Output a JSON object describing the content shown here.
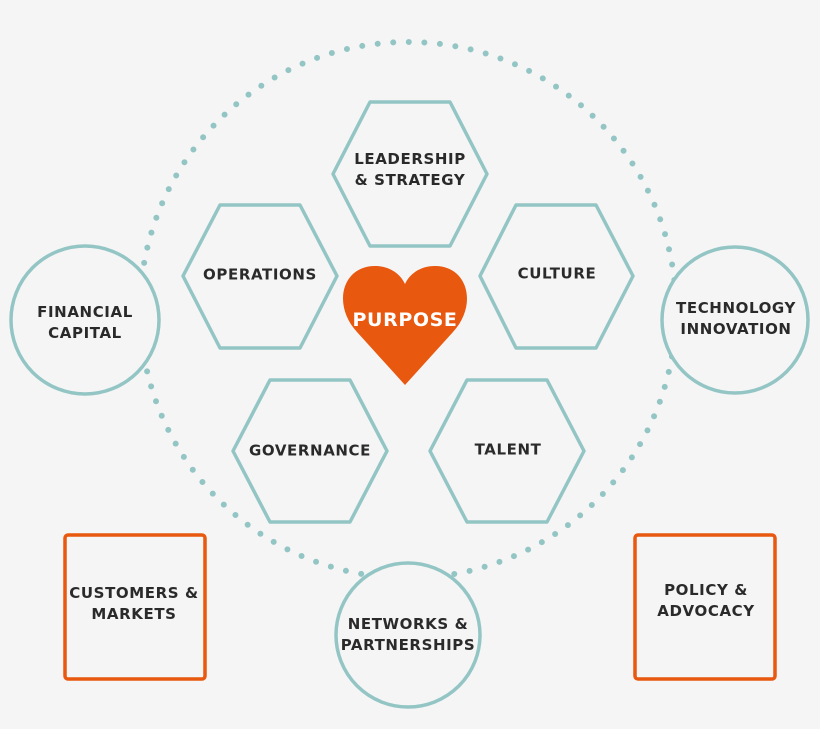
{
  "center": {
    "label": "PURPOSE"
  },
  "hexagons": {
    "leadership": [
      "LEADERSHIP",
      "& STRATEGY"
    ],
    "operations": [
      "OPERATIONS"
    ],
    "culture": [
      "CULTURE"
    ],
    "governance": [
      "GOVERNANCE"
    ],
    "talent": [
      "TALENT"
    ]
  },
  "circles": {
    "financial": [
      "FINANCIAL",
      "CAPITAL"
    ],
    "technology": [
      "TECHNOLOGY",
      "INNOVATION"
    ],
    "networks": [
      "NETWORKS &",
      "PARTNERSHIPS"
    ]
  },
  "squares": {
    "customers": [
      "CUSTOMERS &",
      "MARKETS"
    ],
    "policy": [
      "POLICY &",
      "ADVOCACY"
    ]
  },
  "colors": {
    "teal": "#94c5c5",
    "orange": "#e8580f",
    "background": "#f5f5f5",
    "text": "#2a2a2a"
  }
}
